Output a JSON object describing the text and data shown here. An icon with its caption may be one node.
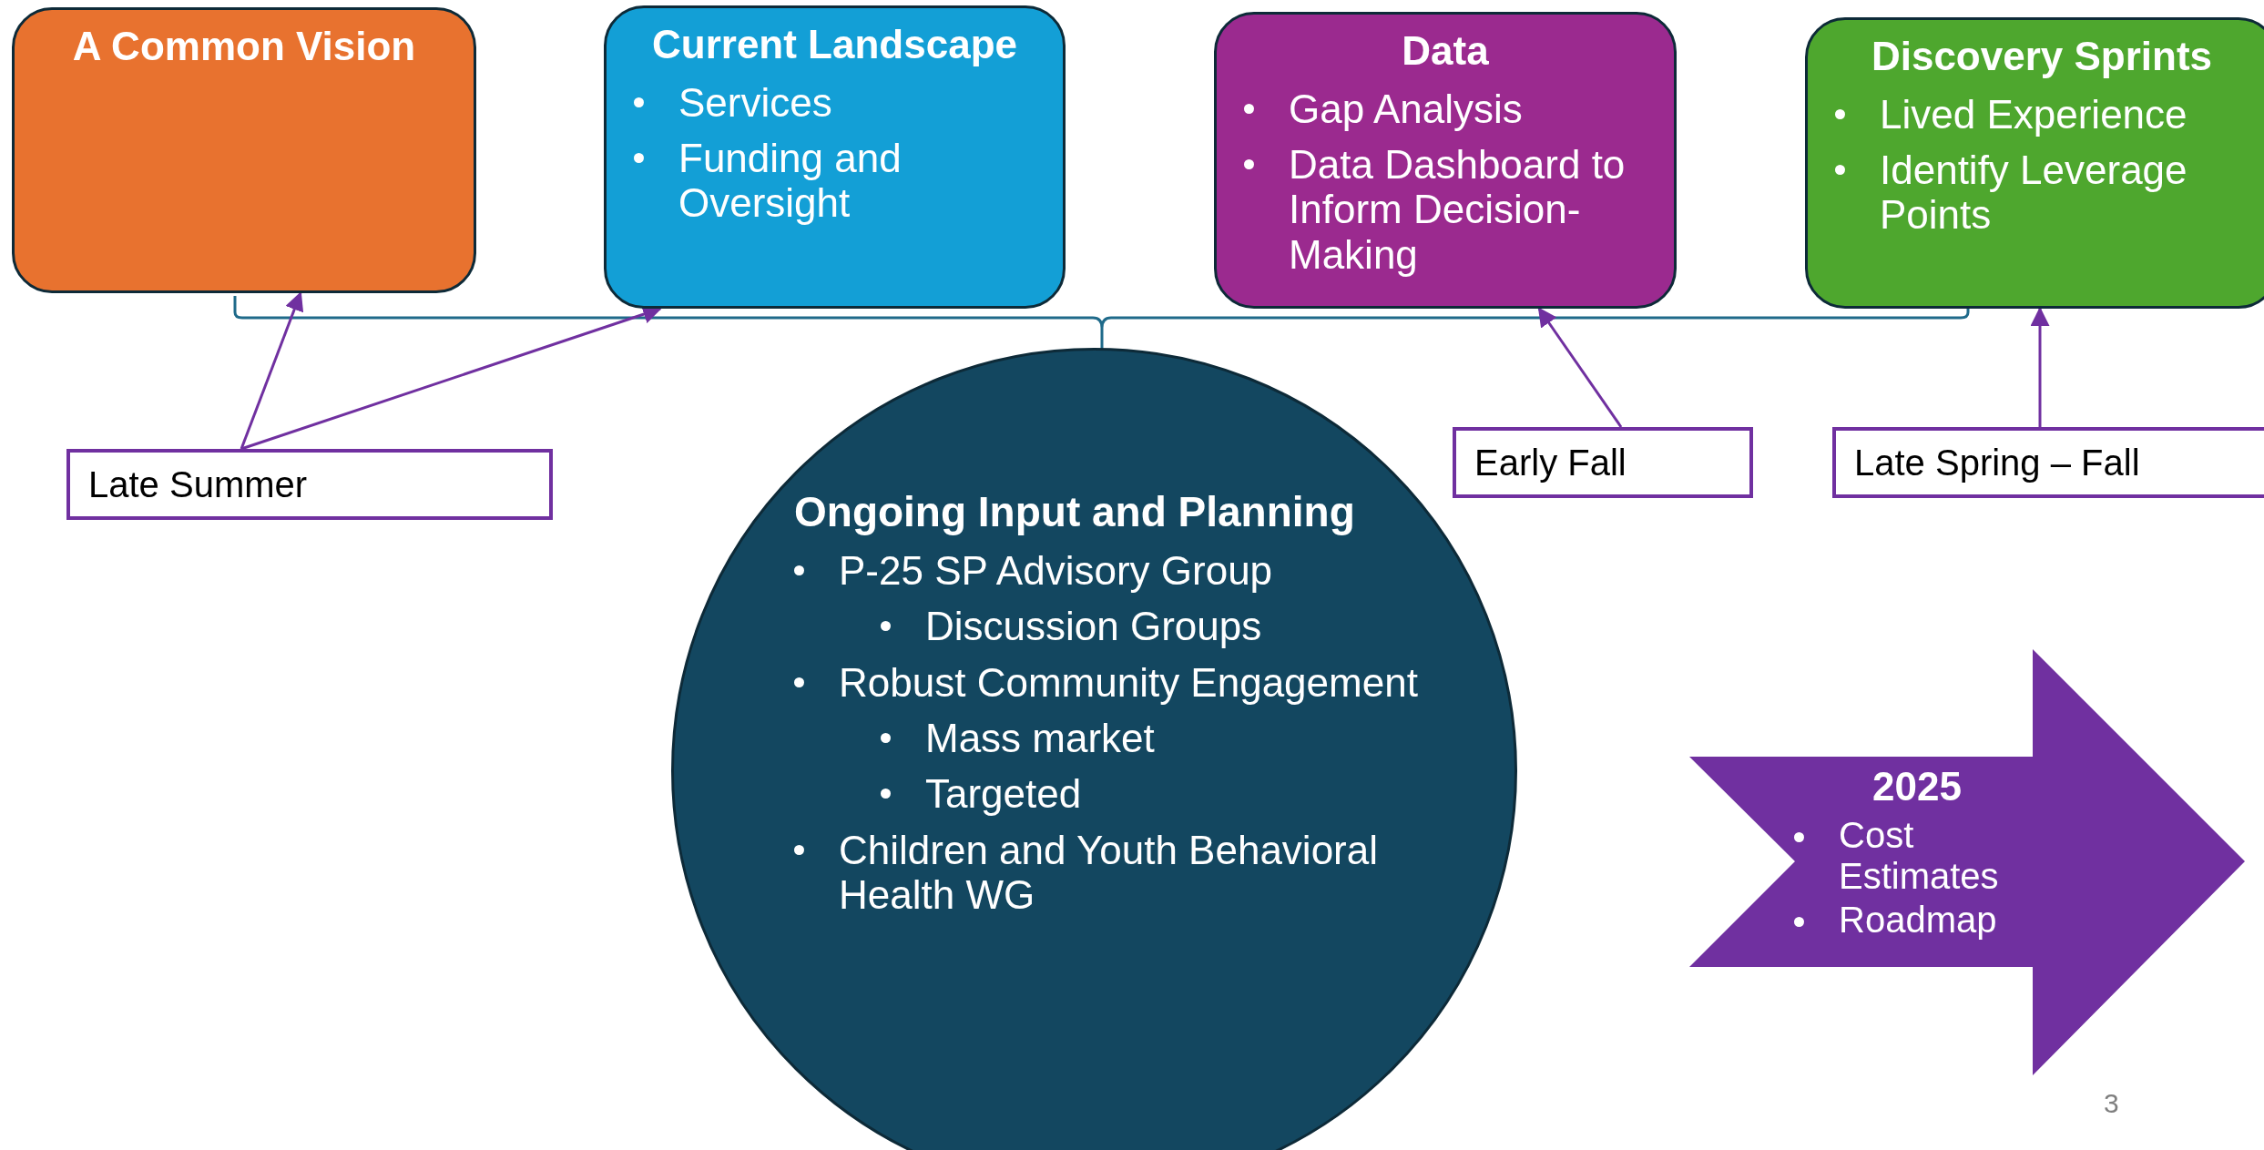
{
  "diagram": {
    "nodes": [
      {
        "text": [
          "A Common Vision"
        ]
      },
      {
        "text": [
          "Current Landscape",
          "Services",
          "Funding and Oversight"
        ]
      },
      {
        "text": [
          "Data",
          "Gap Analysis",
          "Data Dashboard to Inform Decision-Making"
        ]
      },
      {
        "text": [
          "Discovery Sprints",
          "Lived Experience",
          "Identify Leverage Points"
        ]
      },
      {
        "text": [
          "Ongoing Input and Planning",
          "P-25 SP Advisory Group",
          "Discussion Groups",
          "Robust Community Engagement",
          "Mass market",
          "Targeted",
          "Children and Youth Behavioral Health WG"
        ]
      },
      {
        "text": [
          "Late Summer"
        ]
      },
      {
        "text": [
          "Early Fall"
        ]
      },
      {
        "text": [
          "Late Spring – Fall"
        ]
      },
      {
        "text": [
          "2025",
          "Cost Estimates",
          "Roadmap"
        ]
      }
    ],
    "edges": [
      {
        "from": 5,
        "to": 0,
        "arrow": "to"
      },
      {
        "from": 5,
        "to": 1,
        "arrow": "to"
      },
      {
        "from": 6,
        "to": 2,
        "arrow": "to"
      },
      {
        "from": 7,
        "to": 3,
        "arrow": "to"
      }
    ],
    "labels": [
      "3"
    ]
  }
}
